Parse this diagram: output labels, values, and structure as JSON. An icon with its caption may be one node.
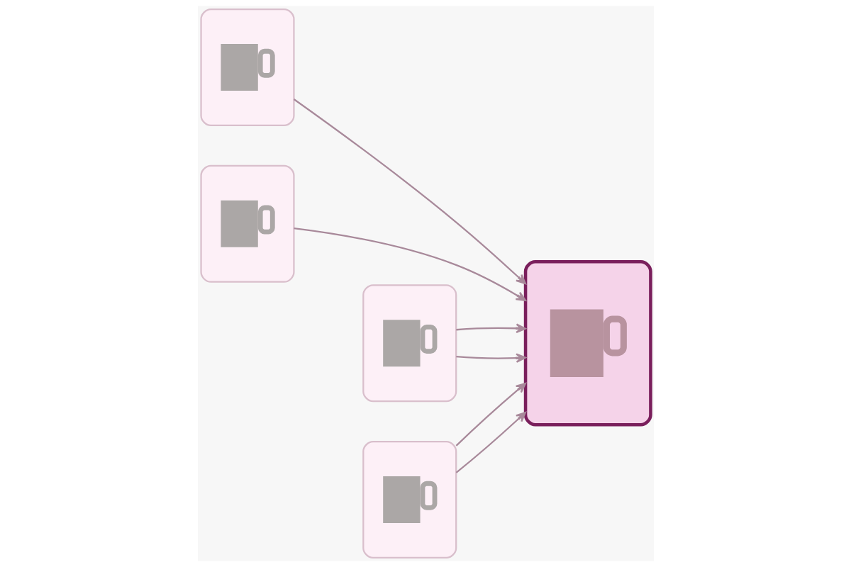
{
  "diagram": {
    "nodes": [
      {
        "text": [],
        "shape": "picture"
      },
      {
        "text": [],
        "shape": "picture"
      },
      {
        "text": [],
        "shape": "picture"
      },
      {
        "text": [],
        "shape": "picture"
      },
      {
        "text": [],
        "shape": "picture"
      }
    ],
    "edges": [
      {
        "from": 0,
        "to": 4,
        "arrow": "to"
      },
      {
        "from": 1,
        "to": 4,
        "arrow": "to"
      },
      {
        "from": 2,
        "to": 4,
        "arrow": "to"
      },
      {
        "from": 2,
        "to": 4,
        "arrow": "to"
      },
      {
        "from": 3,
        "to": 4,
        "arrow": "to"
      },
      {
        "from": 3,
        "to": 4,
        "arrow": "to"
      }
    ]
  }
}
